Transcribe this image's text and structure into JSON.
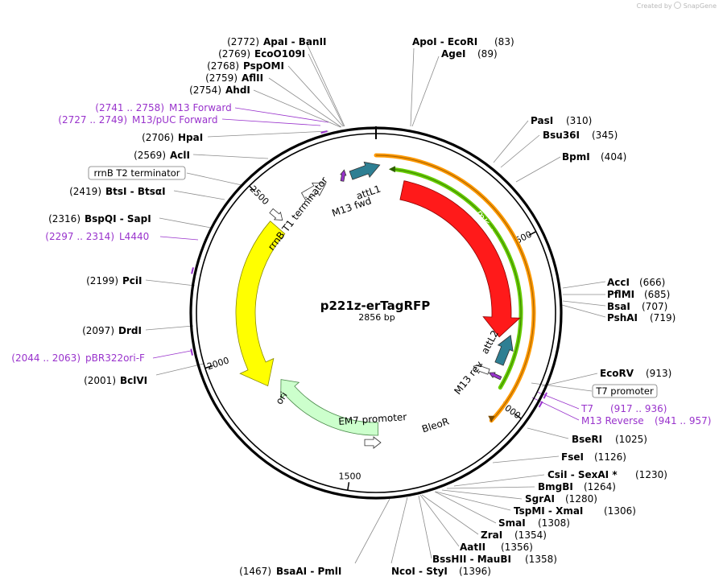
{
  "watermark": {
    "prefix": "Created by",
    "brand": "SnapGene"
  },
  "plasmid": {
    "name": "p221z-erTagRFP",
    "size_label": "2856 bp",
    "length": 2856
  },
  "colors": {
    "orf_red": "#ff1a1a",
    "ori_yellow": "#ffff00",
    "bleor_green": "#ccffcc",
    "att_teal": "#2e7f93",
    "primer_purple": "#9933cc",
    "feature_orange": "#ff9900",
    "feature_green": "#66cc00"
  },
  "ticks": [
    "500",
    "1000",
    "1500",
    "2000",
    "2500"
  ],
  "features": {
    "mKate2": "mKate2",
    "ori": "ori",
    "BleoR": "BleoR",
    "attL1": "attL1",
    "attL2": "attL2",
    "M13_fwd": "M13 fwd",
    "M13_rev": "M13 rev",
    "rrnB_T1_terminator": "rrnB T1 terminator",
    "EM7_promoter": "EM7 promoter",
    "rrnB_T2_terminator": "rrnB T2 terminator",
    "T7_promoter": "T7 promoter"
  },
  "left_sites": [
    {
      "pos": "(2772)",
      "name": "ApaI  -  BanII"
    },
    {
      "pos": "(2769)",
      "name": "EcoO109I"
    },
    {
      "pos": "(2768)",
      "name": "PspOMI"
    },
    {
      "pos": "(2759)",
      "name": "AflII"
    },
    {
      "pos": "(2754)",
      "name": "AhdI"
    },
    {
      "pos": "(2706)",
      "name": "HpaI"
    },
    {
      "pos": "(2569)",
      "name": "AclI"
    },
    {
      "pos": "(2419)",
      "name": "BtsI  -  BtsαI"
    },
    {
      "pos": "(2316)",
      "name": "BspQI  -  SapI"
    },
    {
      "pos": "(2199)",
      "name": "PciI"
    },
    {
      "pos": "(2097)",
      "name": "DrdI"
    },
    {
      "pos": "(2001)",
      "name": "BclVI"
    }
  ],
  "left_primers": [
    {
      "range": "(2741 .. 2758)",
      "name": "M13 Forward"
    },
    {
      "range": "(2727 .. 2749)",
      "name": "M13/pUC Forward"
    },
    {
      "range": "(2297 .. 2314)",
      "name": "L4440"
    },
    {
      "range": "(2044 .. 2063)",
      "name": "pBR322ori-F"
    }
  ],
  "right_sites": [
    {
      "name": "ApoI  -  EcoRI",
      "pos": "(83)"
    },
    {
      "name": "AgeI",
      "pos": "(89)"
    },
    {
      "name": "PasI",
      "pos": "(310)"
    },
    {
      "name": "Bsu36I",
      "pos": "(345)"
    },
    {
      "name": "BpmI",
      "pos": "(404)"
    },
    {
      "name": "AccI",
      "pos": "(666)"
    },
    {
      "name": "PflMI",
      "pos": "(685)"
    },
    {
      "name": "BsaI",
      "pos": "(707)"
    },
    {
      "name": "PshAI",
      "pos": "(719)"
    },
    {
      "name": "EcoRV",
      "pos": "(913)"
    },
    {
      "name": "BseRI",
      "pos": "(1025)"
    },
    {
      "name": "FseI",
      "pos": "(1126)"
    },
    {
      "name": "CsiI  -  SexAI *",
      "pos": "(1230)"
    },
    {
      "name": "BmgBI",
      "pos": "(1264)"
    },
    {
      "name": "SgrAI",
      "pos": "(1280)"
    },
    {
      "name": "TspMI  -  XmaI",
      "pos": "(1306)"
    },
    {
      "name": "SmaI",
      "pos": "(1308)"
    },
    {
      "name": "ZraI",
      "pos": "(1354)"
    },
    {
      "name": "AatII",
      "pos": "(1356)"
    },
    {
      "name": "BssHII  -  MauBI",
      "pos": "(1358)"
    },
    {
      "name": "NcoI  -  StyI",
      "pos": "(1396)"
    }
  ],
  "right_primers": [
    {
      "name": "T7",
      "range": "(917 .. 936)"
    },
    {
      "name": "M13 Reverse",
      "range": "(941 .. 957)"
    }
  ],
  "bottom_site": {
    "pos": "(1467)",
    "name": "BsaAI  -  PmlI"
  }
}
